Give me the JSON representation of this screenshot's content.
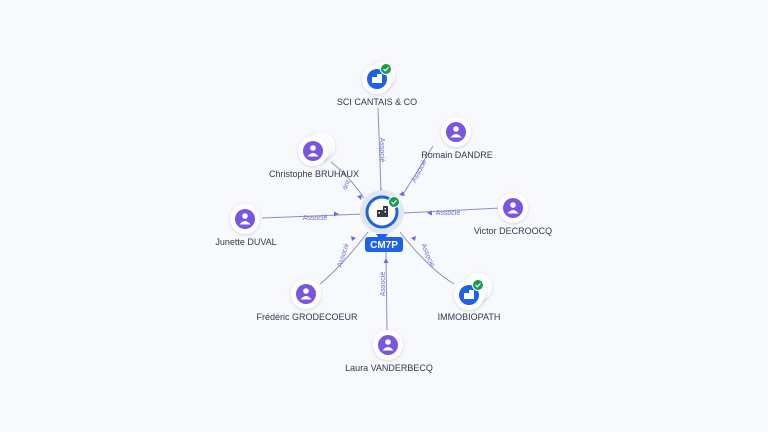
{
  "colors": {
    "edge": "#8a93b8",
    "edge_label": "#6a6fd8",
    "person": "#7a56e0",
    "company": "#1d62e8",
    "check": "#1c9a4d",
    "background": "#f8f9fc"
  },
  "center": {
    "name": "CM7P",
    "icon": "building-icon",
    "verified": true
  },
  "edge_label": "Associé",
  "edge_label_partial": "ant",
  "nodes": [
    {
      "name": "SCI CANTAIS & CO",
      "type": "company",
      "icon": "building-icon",
      "verified": true,
      "stacked": true
    },
    {
      "name": "Romain DANDRE",
      "type": "person",
      "icon": "person-icon",
      "verified": false,
      "stacked": false
    },
    {
      "name": "Christophe BRUHAUX",
      "type": "person",
      "icon": "person-icon",
      "verified": false,
      "stacked": true
    },
    {
      "name": "Victor DECROOCQ",
      "type": "person",
      "icon": "person-icon",
      "verified": false,
      "stacked": false
    },
    {
      "name": "Junette DUVAL",
      "type": "person",
      "icon": "person-icon",
      "verified": false,
      "stacked": false
    },
    {
      "name": "Frédéric GRODECOEUR",
      "type": "person",
      "icon": "person-icon",
      "verified": false,
      "stacked": false
    },
    {
      "name": "IMMOBIOPATH",
      "type": "company",
      "icon": "building-icon",
      "verified": true,
      "stacked": true
    },
    {
      "name": "Laura VANDERBECQ",
      "type": "person",
      "icon": "person-icon",
      "verified": false,
      "stacked": false
    }
  ]
}
